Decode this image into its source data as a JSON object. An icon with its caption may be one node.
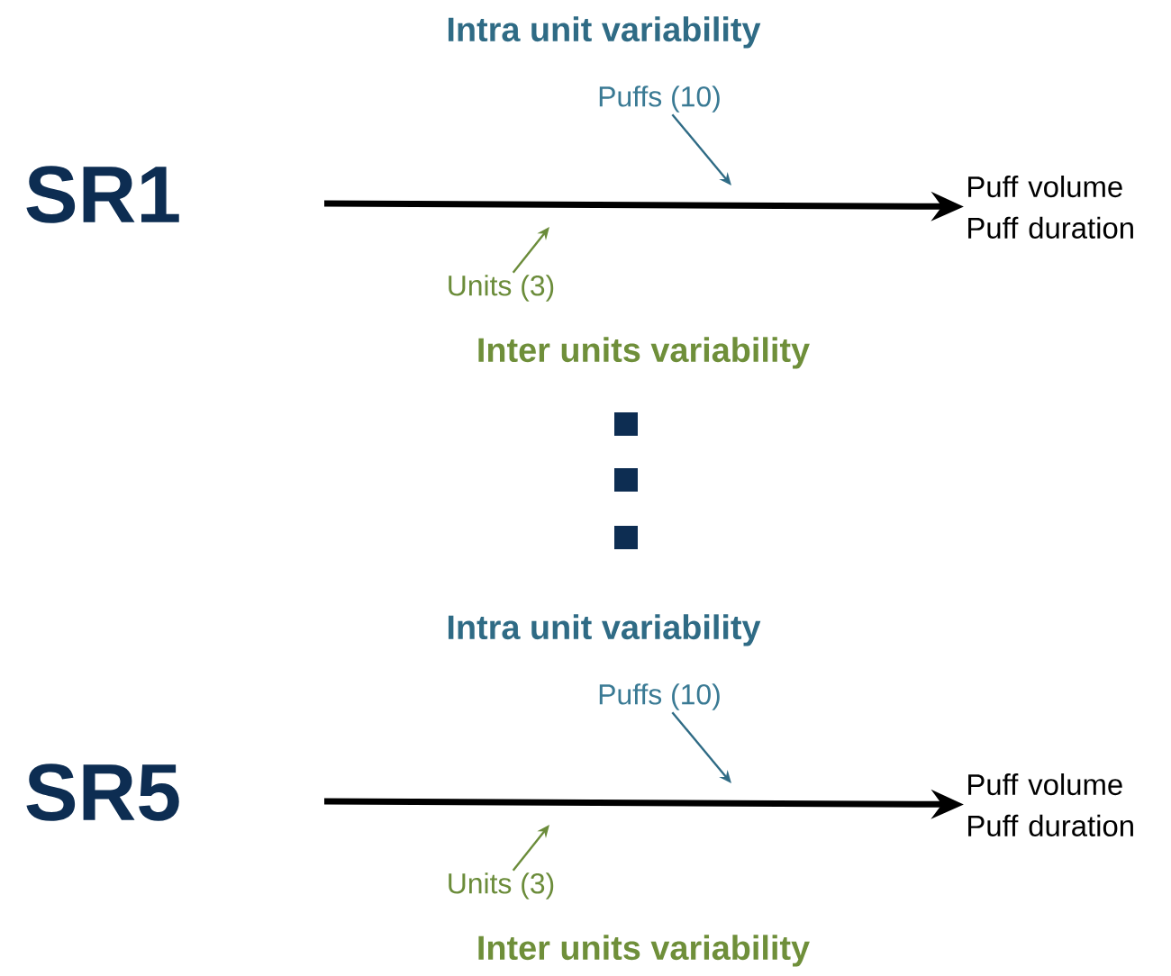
{
  "diagram": {
    "nodes": [
      {
        "text": [
          "Puff volume Puff duration"
        ]
      },
      {
        "text": [
          "Puffs (10)"
        ]
      },
      {
        "text": [
          "Units (3)"
        ]
      },
      {
        "text": [
          "Puff volume Puff duration"
        ]
      },
      {
        "text": [
          "Puffs (10)"
        ]
      },
      {
        "text": [
          "Units (3)"
        ]
      }
    ],
    "edges": [
      {
        "from": null,
        "to": 0,
        "arrow": "to",
        "style": "thick"
      },
      {
        "from": 1,
        "to": null,
        "arrow": "to",
        "color": "#2f6b85"
      },
      {
        "from": 2,
        "to": null,
        "arrow": "to",
        "color": "#6b8c3a"
      },
      {
        "from": null,
        "to": 3,
        "arrow": "to",
        "style": "thick"
      },
      {
        "from": 4,
        "to": null,
        "arrow": "to",
        "color": "#2f6b85"
      },
      {
        "from": 5,
        "to": null,
        "arrow": "to",
        "color": "#6b8c3a"
      }
    ],
    "labels": [
      "Intra unit variability",
      "SR1",
      "Inter units variability",
      "Intra unit variability",
      "SR5",
      "Inter units variability"
    ]
  }
}
